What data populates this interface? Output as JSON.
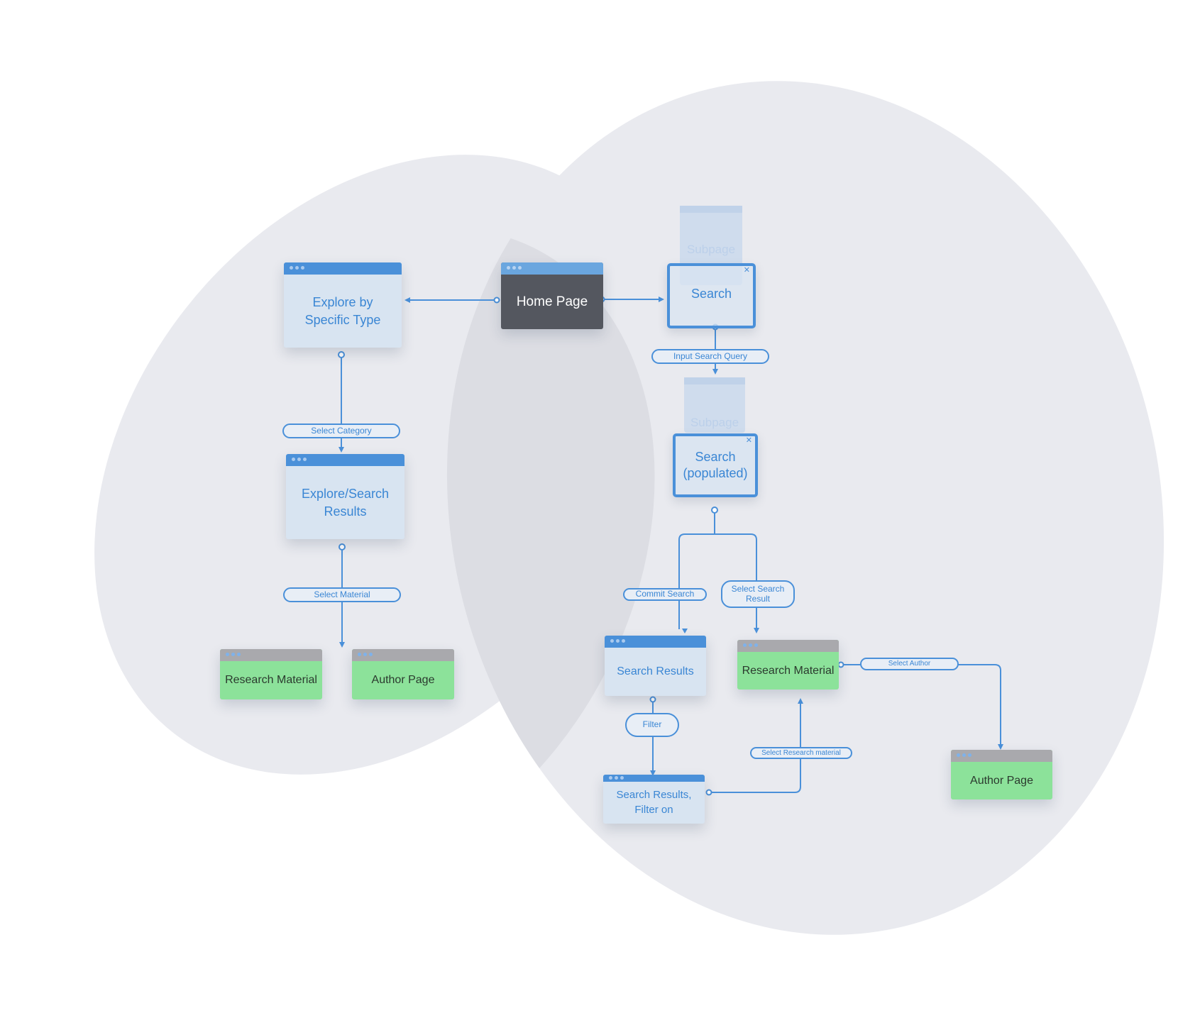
{
  "colors": {
    "accent": "#4a90d9",
    "blob": "#e9eaef",
    "blob_overlap": "#dcdde3",
    "node_blue": "#d8e4f1",
    "node_dark": "#54575f",
    "node_green": "#8ce29a"
  },
  "nodes": {
    "explore_specific_type": "Explore by\nSpecific Type",
    "home_page": "Home Page",
    "subpage_1": "Subpage",
    "search": "Search",
    "subpage_2": "Subpage",
    "search_populated": "Search\n(populated)",
    "explore_search_results": "Explore/Search\nResults",
    "research_material_left": "Research Material",
    "author_page_left": "Author Page",
    "search_results": "Search Results",
    "research_material_right": "Research Material",
    "search_results_filter_on": "Search Results,\nFilter on",
    "author_page_right": "Author Page"
  },
  "edges": {
    "input_search_query": "Input Search Query",
    "select_category": "Select Category",
    "select_material": "Select Material",
    "commit_search": "Commit Search",
    "select_search_result": "Select Search\nResult",
    "select_author": "Select Author",
    "filter": "Filter",
    "select_research_material": "Select Research material"
  }
}
